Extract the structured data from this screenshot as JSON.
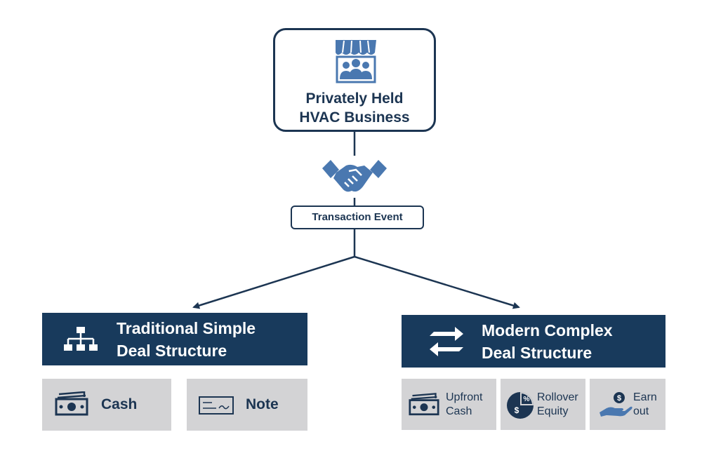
{
  "business": {
    "title": "Privately Held\nHVAC Business",
    "icon": "storefront-people-icon"
  },
  "transaction": {
    "label": "Transaction Event",
    "icon": "handshake-icon"
  },
  "traditional": {
    "title": "Traditional Simple\nDeal Structure",
    "icon": "org-chart-icon",
    "options": [
      {
        "label": "Cash",
        "icon": "cash-icon"
      },
      {
        "label": "Note",
        "icon": "check-icon"
      }
    ]
  },
  "modern": {
    "title": "Modern Complex\nDeal Structure",
    "icon": "exchange-arrows-icon",
    "options": [
      {
        "label": "Upfront\nCash",
        "icon": "cash-icon"
      },
      {
        "label": "Rollover\nEquity",
        "icon": "percent-dollar-icon"
      },
      {
        "label": "Earn\nout",
        "icon": "hand-coin-icon"
      }
    ]
  },
  "colors": {
    "navy": "#183a5c",
    "dark_text": "#1c3552",
    "icon_blue": "#4a78b0",
    "tile_gray": "#d3d3d5"
  }
}
